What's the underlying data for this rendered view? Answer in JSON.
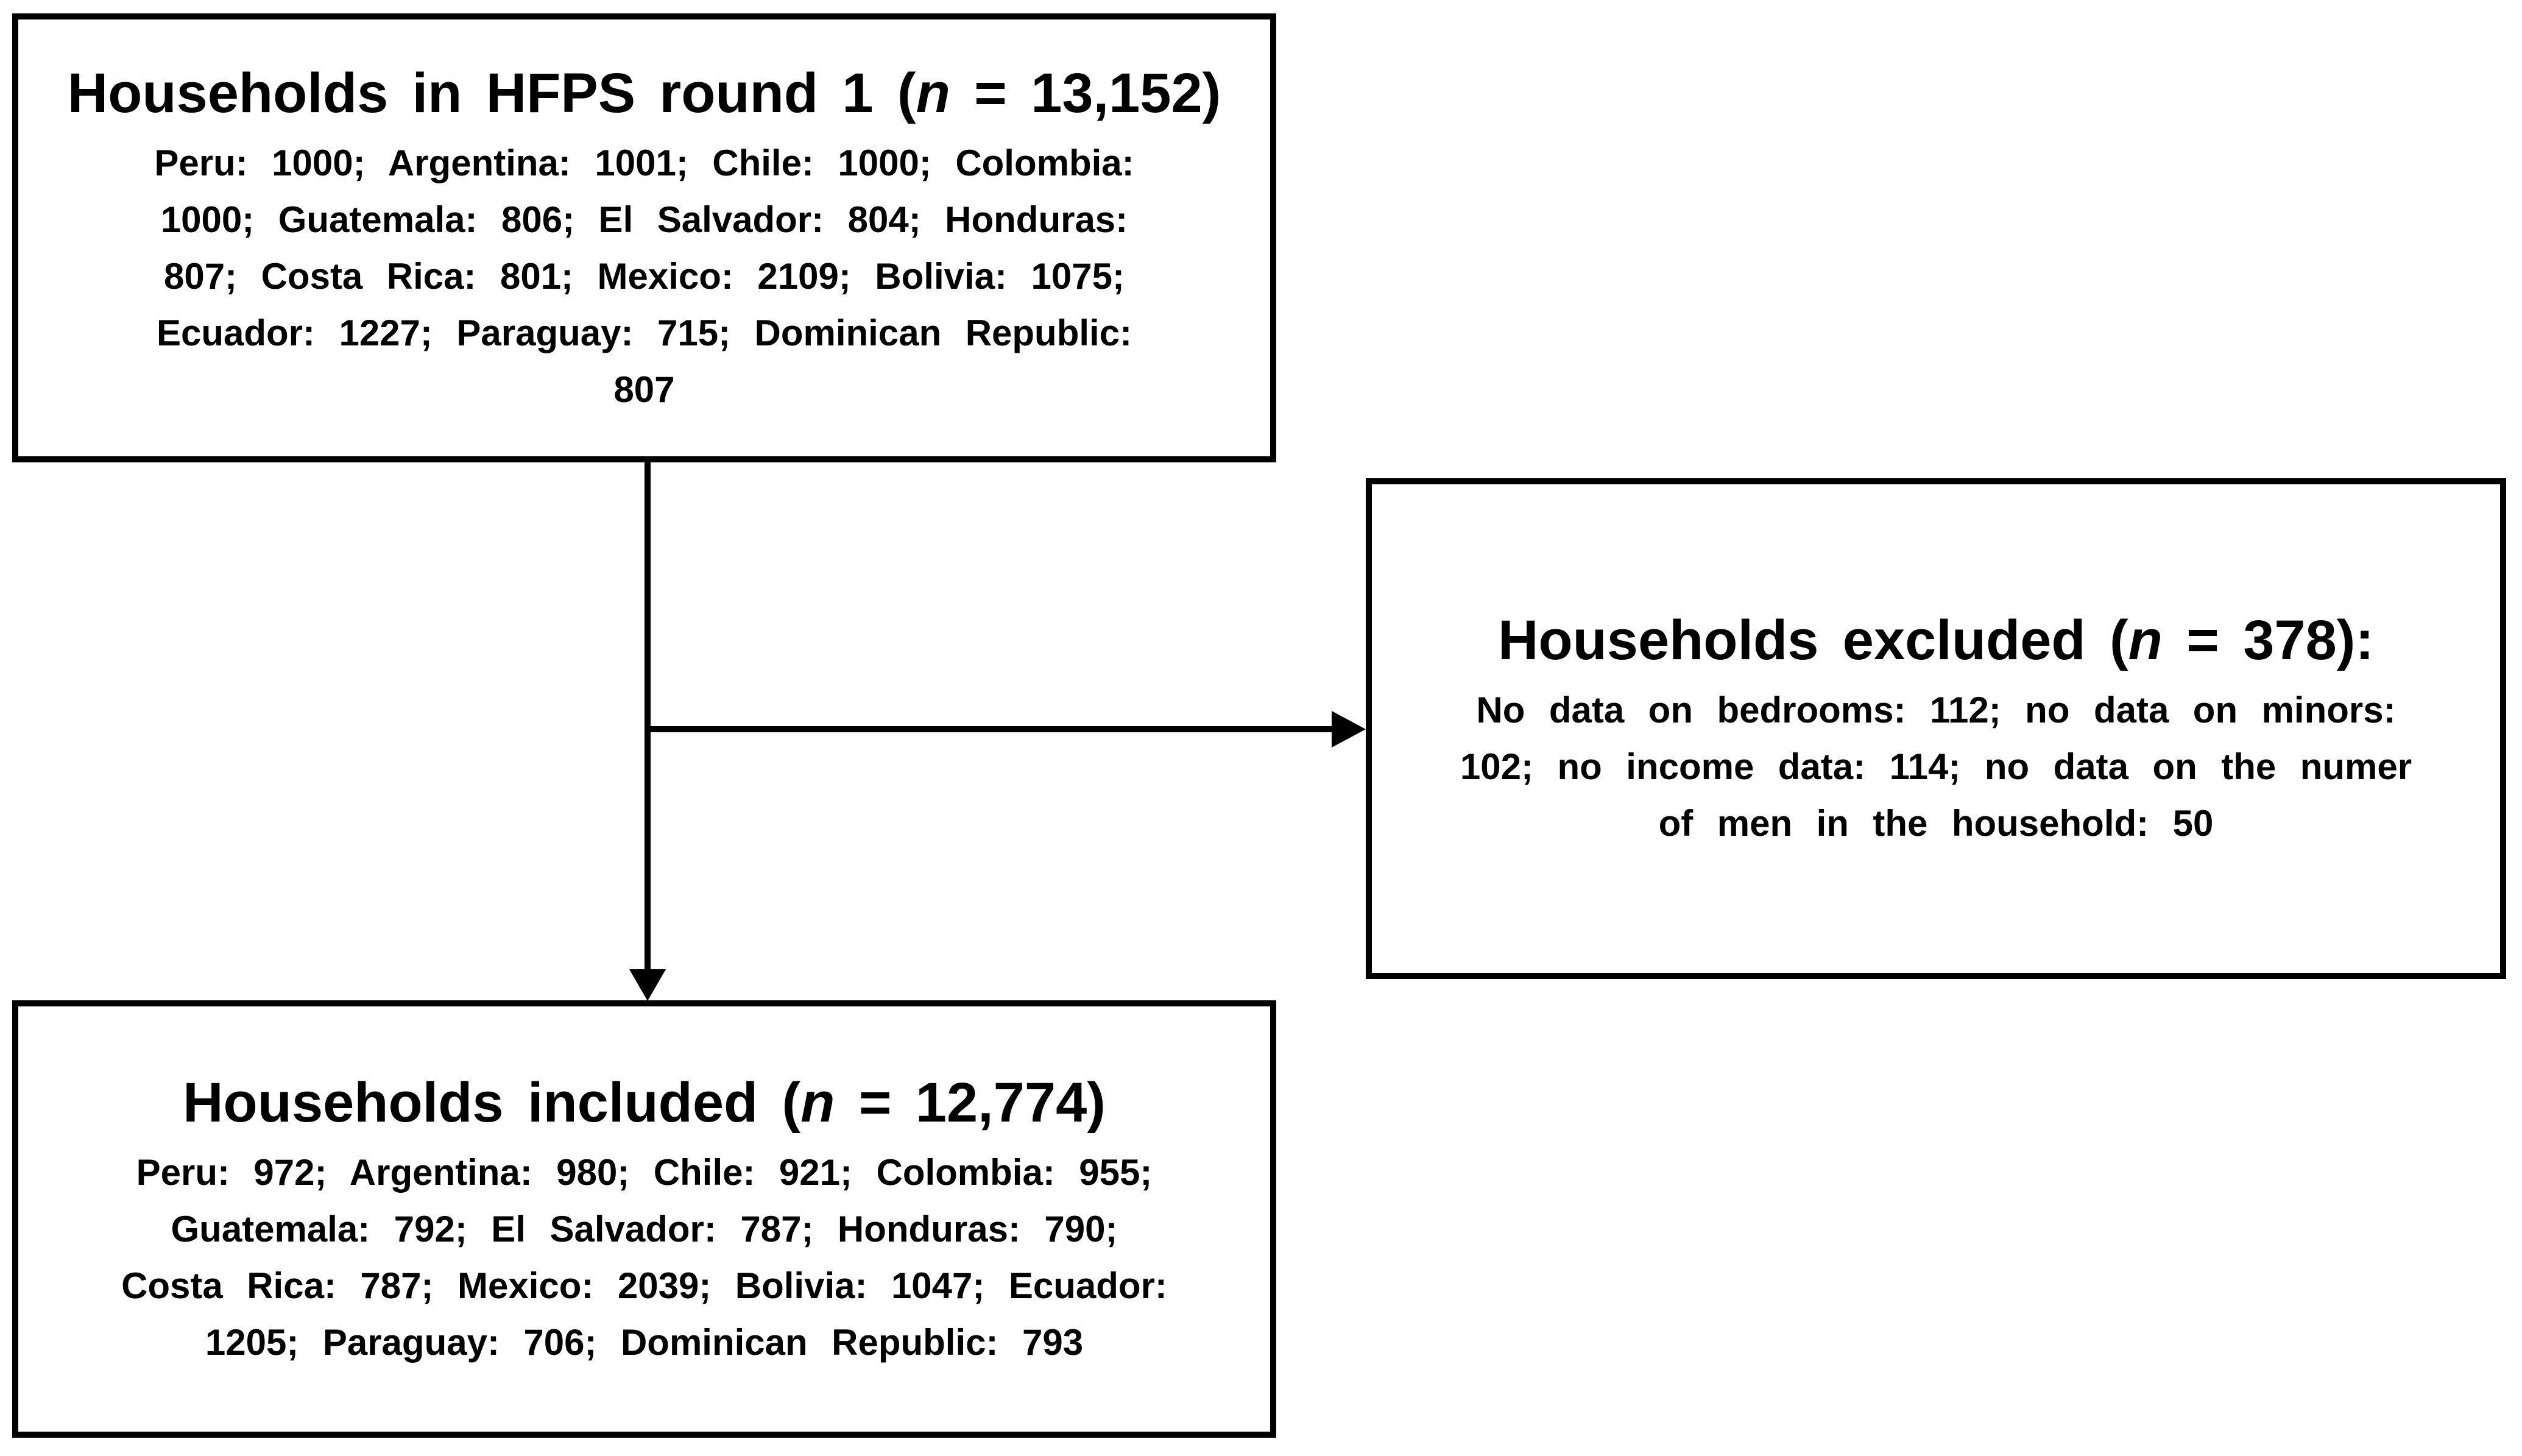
{
  "diagram": {
    "background_color": "#ffffff",
    "stroke_color": "#000000",
    "boxes": {
      "round1": {
        "title_before": "Households in HFPS round 1 (",
        "title_n": "n",
        "title_after": " = 13,152)",
        "body_lines": [
          "Peru: 1000; Argentina: 1001; Chile: 1000; Colombia:",
          "1000; Guatemala: 806; El Salvador: 804; Honduras:",
          "807; Costa Rica: 801; Mexico: 2109; Bolivia: 1075;",
          "Ecuador: 1227; Paraguay: 715; Dominican Republic:",
          "807"
        ]
      },
      "excluded": {
        "title_before": "Households excluded (",
        "title_n": "n",
        "title_after": " = 378):",
        "body_lines": [
          "No data on bedrooms: 112; no data on minors:",
          "102; no income data: 114; no data on the numer",
          "of men in the household: 50"
        ]
      },
      "included": {
        "title_before": "Households included (",
        "title_n": "n",
        "title_after": " = 12,774)",
        "body_lines": [
          "Peru: 972; Argentina: 980; Chile: 921; Colombia: 955;",
          "Guatemala: 792; El Salvador: 787; Honduras: 790;",
          "Costa Rica: 787; Mexico: 2039; Bolivia: 1047; Ecuador:",
          "1205; Paraguay: 706; Dominican Republic: 793"
        ]
      }
    }
  }
}
